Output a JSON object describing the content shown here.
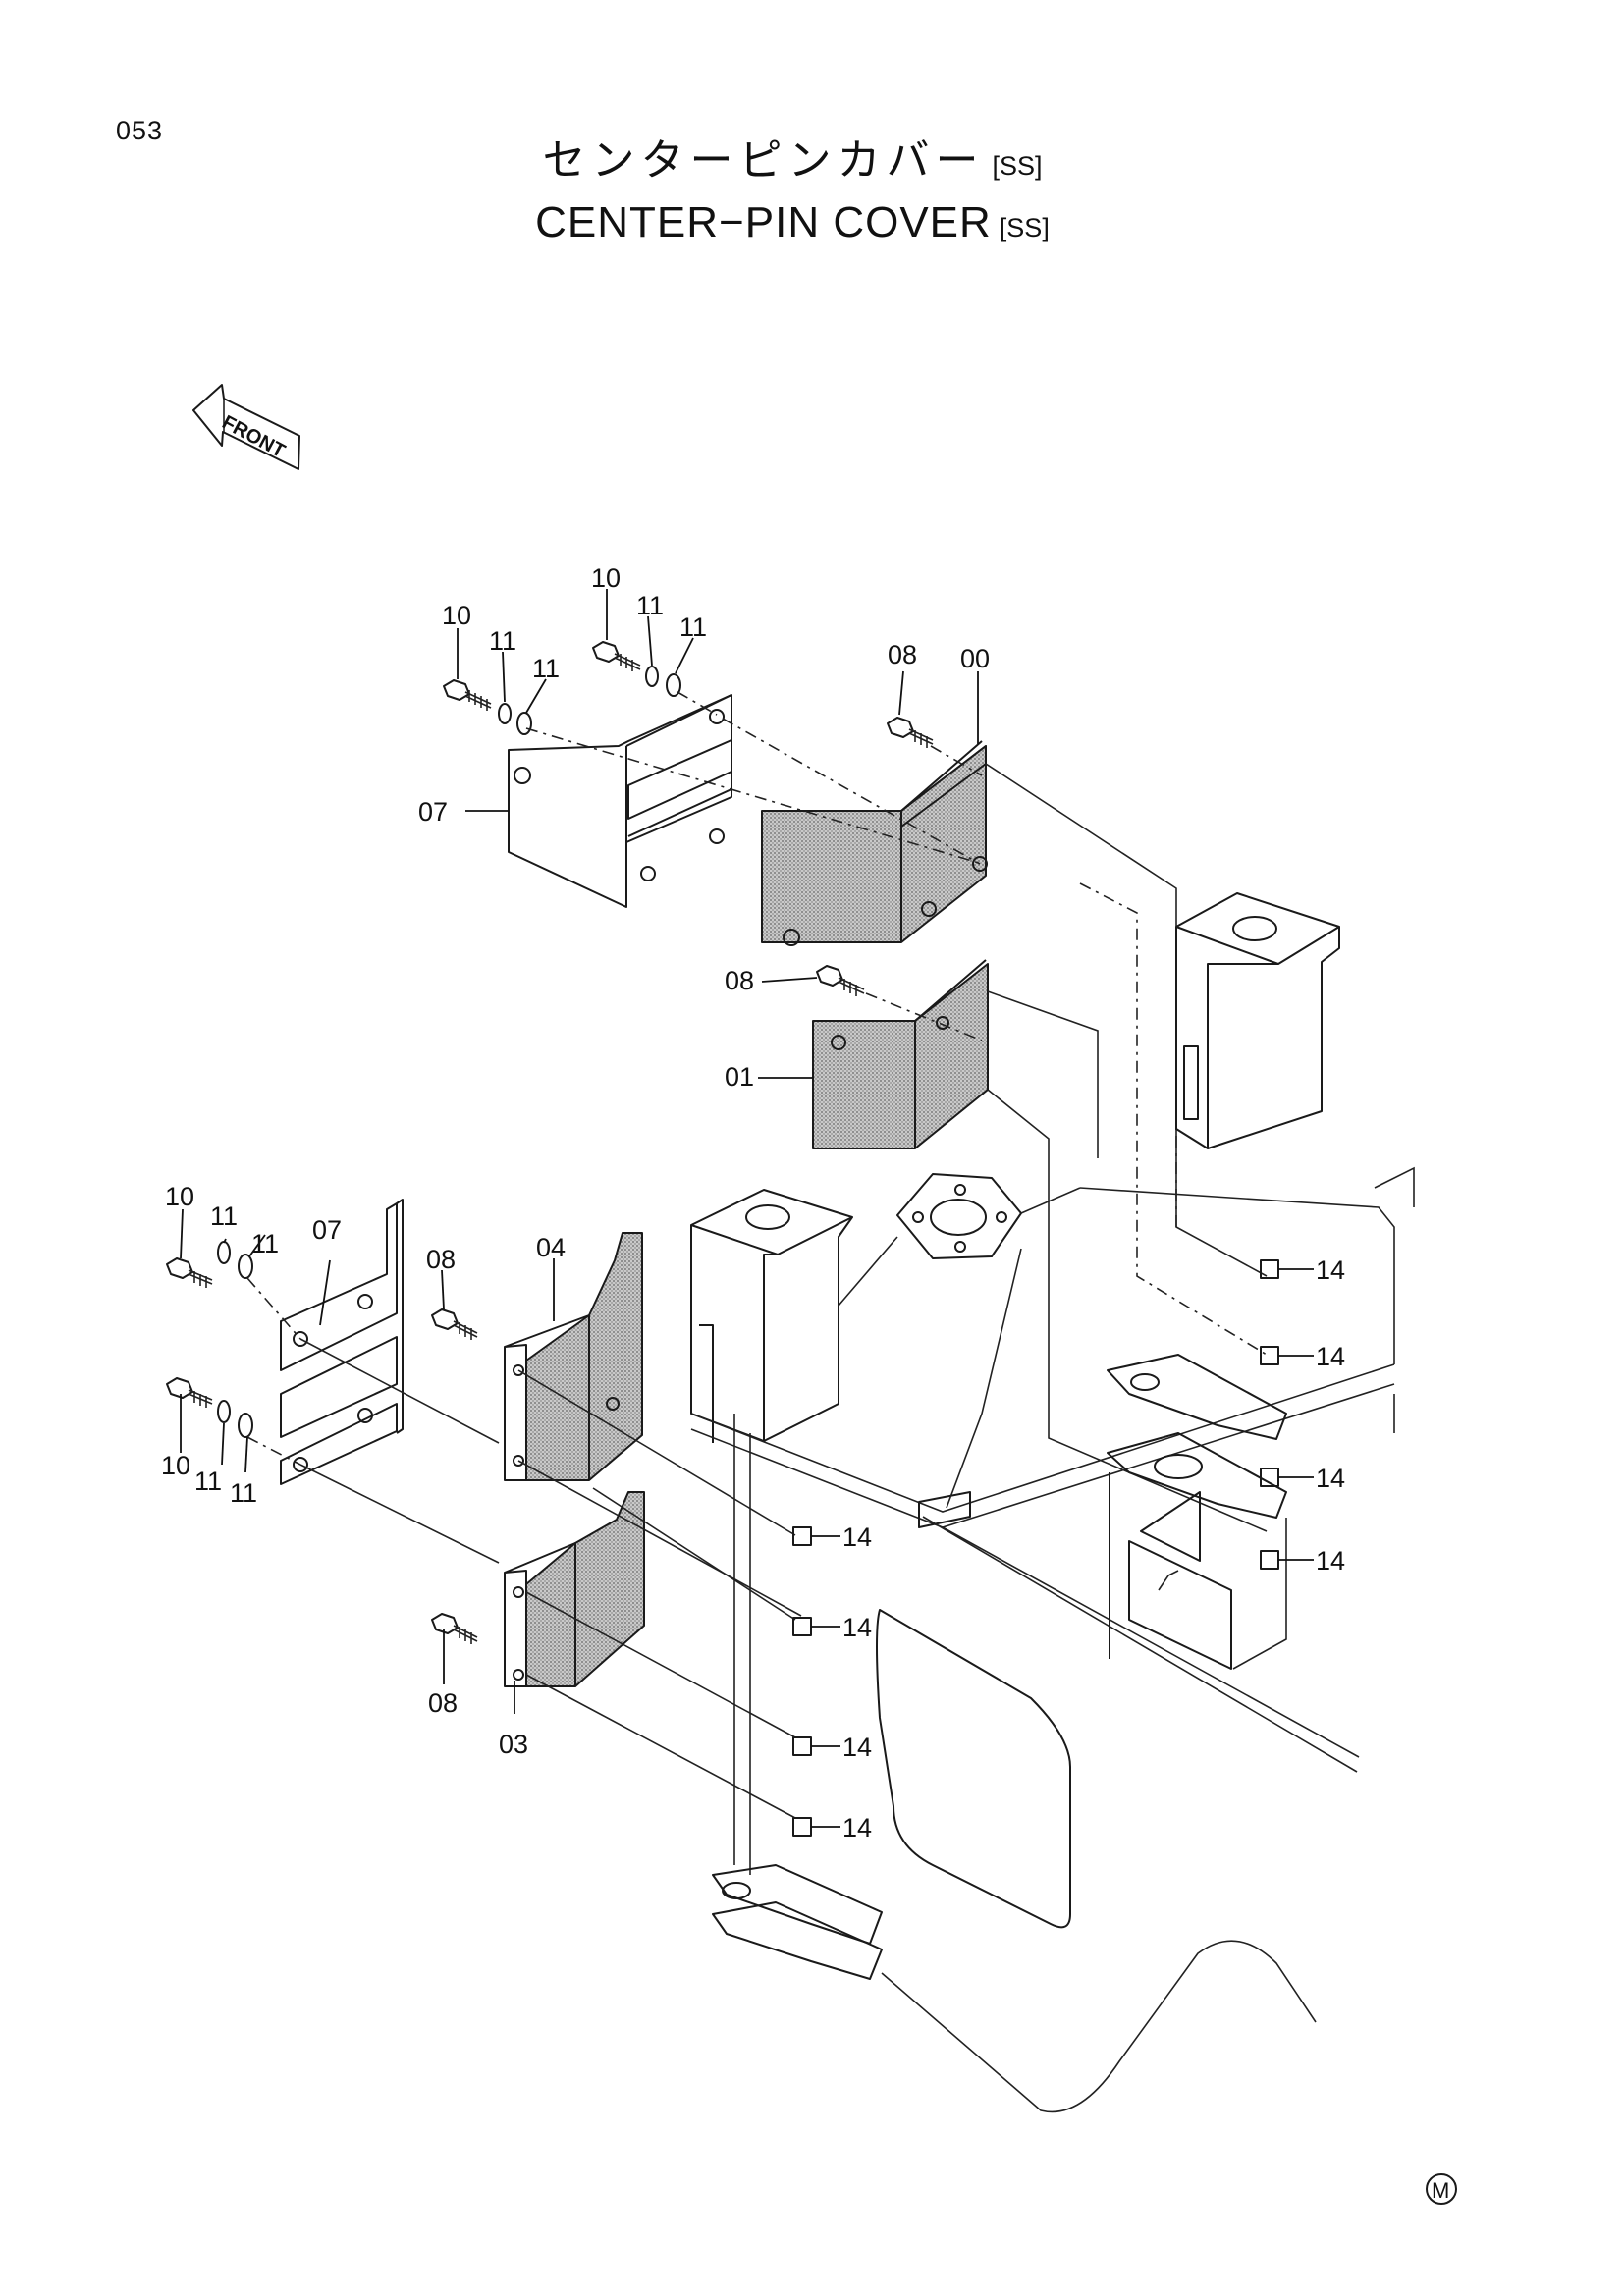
{
  "page_number": "053",
  "title": {
    "japanese": "センターピンカバー",
    "english": "CENTER−PIN COVER",
    "code": "[SS]"
  },
  "front_arrow_label": "FRONT",
  "corner_mark": "M",
  "callouts": {
    "c00": "00",
    "c01": "01",
    "c03": "03",
    "c04": "04",
    "c07a": "07",
    "c07b": "07",
    "c08a": "08",
    "c08b": "08",
    "c08c": "08",
    "c08d": "08",
    "c10a": "10",
    "c10b": "10",
    "c10c": "10",
    "c10d": "10",
    "c11a": "11",
    "c11b": "11",
    "c11c": "11",
    "c11d": "11",
    "c11e": "11",
    "c11f": "11",
    "c11g": "11",
    "c11h": "11",
    "c14a": "14",
    "c14b": "14",
    "c14c": "14",
    "c14d": "14",
    "c14e": "14",
    "c14f": "14",
    "c14g": "14",
    "c14h": "14"
  },
  "icons": {
    "front_arrow": "front-arrow-icon",
    "corner_mark": "circled-m-icon"
  }
}
